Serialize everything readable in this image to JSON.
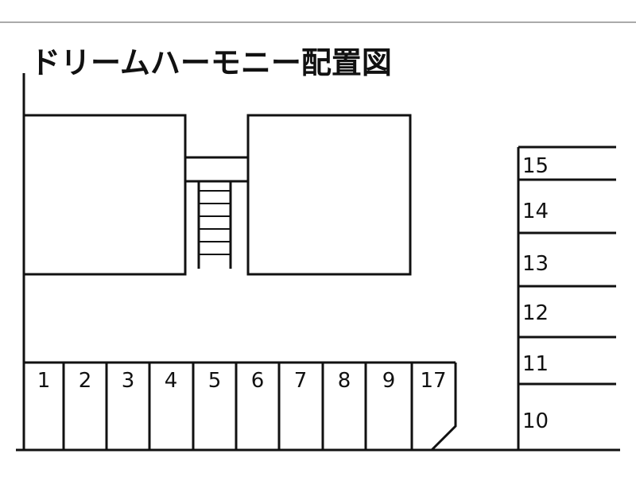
{
  "title": "ドリームハーモニー配置図",
  "parking_bottom": [
    {
      "label": "1"
    },
    {
      "label": "2"
    },
    {
      "label": "3"
    },
    {
      "label": "4"
    },
    {
      "label": "5"
    },
    {
      "label": "6"
    },
    {
      "label": "7"
    },
    {
      "label": "8"
    },
    {
      "label": "9"
    },
    {
      "label": "17"
    }
  ],
  "parking_right": [
    {
      "label": "15"
    },
    {
      "label": "14"
    },
    {
      "label": "13"
    },
    {
      "label": "12"
    },
    {
      "label": "11"
    },
    {
      "label": "10"
    }
  ],
  "colors": {
    "line": "#111111",
    "background": "#ffffff"
  }
}
